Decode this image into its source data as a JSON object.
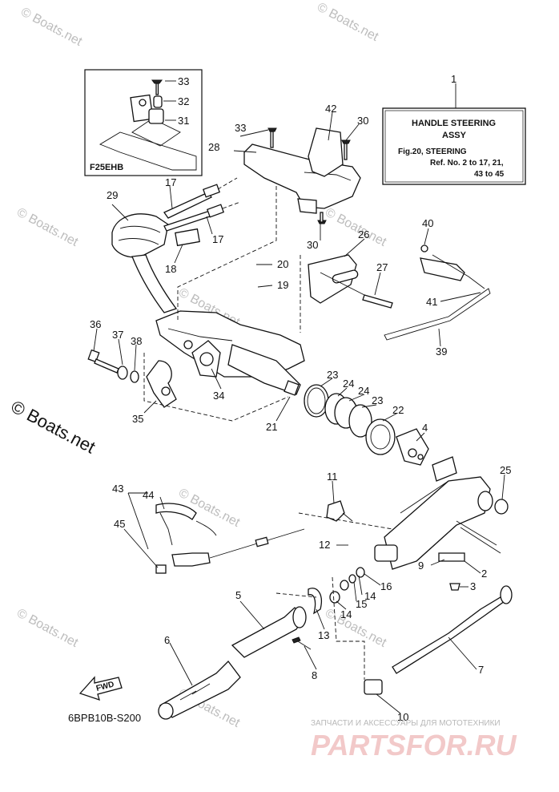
{
  "watermarks": [
    "© Boats.net",
    "© Boats.net",
    "© Boats.net",
    "© Boats.net",
    "© Boats.net",
    "© Boats.net",
    "© Boats.net",
    "© Boats.net",
    "© Boats.net"
  ],
  "big_watermark": "© Boats.net",
  "inset_label": "F25EHB",
  "info_box": {
    "number": "1",
    "title_line1": "HANDLE STEERING",
    "title_line2": "ASSY",
    "ref_line1": "Fig.20, STEERING",
    "ref_line2": "Ref. No. 2 to 17, 21,",
    "ref_line3": "43 to 45"
  },
  "fwd_label": "FWD",
  "diagram_code": "6BPB10B-S200",
  "shop_tagline": "ЗАПЧАСТИ И АКСЕССУАРЫ ДЛЯ МОТОТЕХНИКИ",
  "shop_logo": "PARTSFOR.RU",
  "callouts": {
    "c33a": "33",
    "c32": "32",
    "c31": "31",
    "c42": "42",
    "c30a": "30",
    "c33b": "33",
    "c28": "28",
    "c17a": "17",
    "c29": "29",
    "c17b": "17",
    "c18": "18",
    "c30b": "30",
    "c26": "26",
    "c40": "40",
    "c20": "20",
    "c27": "27",
    "c19": "19",
    "c41": "41",
    "c36": "36",
    "c37": "37",
    "c38": "38",
    "c39": "39",
    "c34": "34",
    "c23a": "23",
    "c24a": "24",
    "c24b": "24",
    "c23b": "23",
    "c22": "22",
    "c35": "35",
    "c21": "21",
    "c4": "4",
    "c11": "11",
    "c25": "25",
    "c43": "43",
    "c44": "44",
    "c45": "45",
    "c12": "12",
    "c9": "9",
    "c2": "2",
    "c16": "16",
    "c3": "3",
    "c5": "5",
    "c14a": "14",
    "c15": "15",
    "c14b": "14",
    "c13": "13",
    "c6": "6",
    "c8": "8",
    "c7": "7",
    "c10": "10"
  }
}
